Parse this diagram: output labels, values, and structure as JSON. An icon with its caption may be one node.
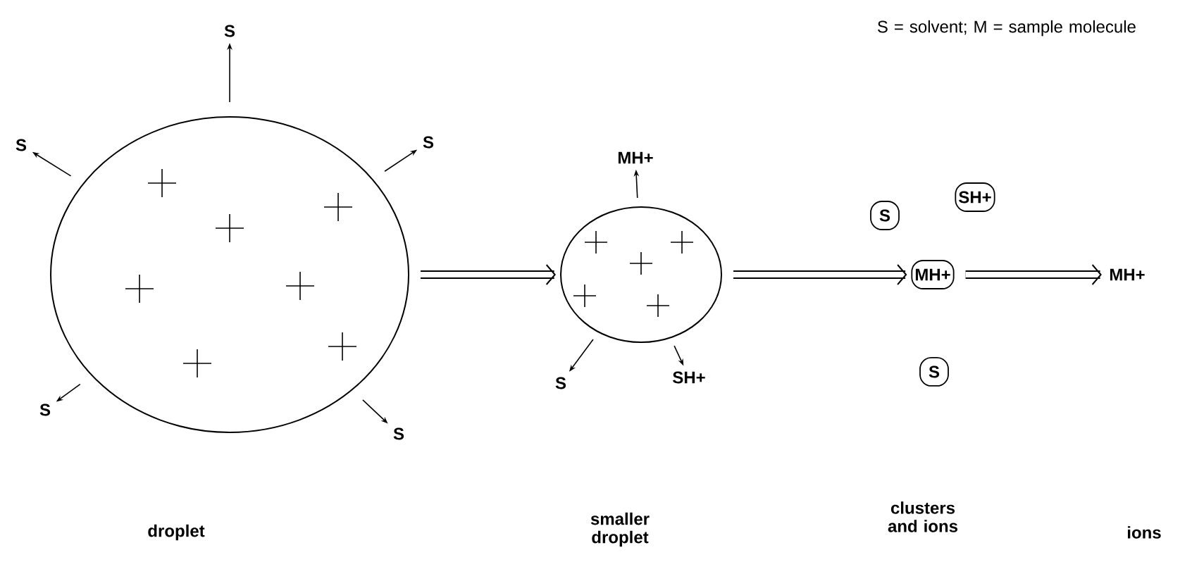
{
  "diagram": {
    "nodes": [
      {
        "text": [],
        "shape": "circle"
      },
      {
        "text": [
          "S"
        ]
      },
      {
        "text": [
          "S"
        ]
      },
      {
        "text": [
          "S"
        ]
      },
      {
        "text": [
          "S"
        ]
      },
      {
        "text": [
          "S"
        ]
      },
      {
        "text": [],
        "shape": "circle"
      },
      {
        "text": [
          "MH+"
        ]
      },
      {
        "text": [
          "S"
        ]
      },
      {
        "text": [
          "SH+"
        ]
      },
      {
        "text": [
          "S"
        ]
      },
      {
        "text": [
          "SH+"
        ]
      },
      {
        "text": [
          "MH+"
        ]
      },
      {
        "text": [
          "S"
        ]
      },
      {
        "text": [
          "MH+"
        ]
      }
    ],
    "edges": [
      {
        "from": 0,
        "to": 1,
        "arrow": "to"
      },
      {
        "from": 0,
        "to": 2,
        "arrow": "to"
      },
      {
        "from": 0,
        "to": 3,
        "arrow": "to"
      },
      {
        "from": 0,
        "to": 4,
        "arrow": "to"
      },
      {
        "from": 0,
        "to": 5,
        "arrow": "to"
      },
      {
        "from": 0,
        "to": 6,
        "arrow": "to",
        "style": "thick"
      },
      {
        "from": 6,
        "to": 7,
        "arrow": "to"
      },
      {
        "from": 6,
        "to": 8,
        "arrow": "to"
      },
      {
        "from": 6,
        "to": 9,
        "arrow": "to"
      },
      {
        "from": 6,
        "to": 12,
        "arrow": "to",
        "style": "thick"
      },
      {
        "from": 12,
        "to": 14,
        "arrow": "to",
        "style": "thick"
      }
    ],
    "labels": [
      "S = solvent; M = sample molecule",
      "droplet",
      "smaller droplet",
      "clusters and ions",
      "ions"
    ]
  }
}
